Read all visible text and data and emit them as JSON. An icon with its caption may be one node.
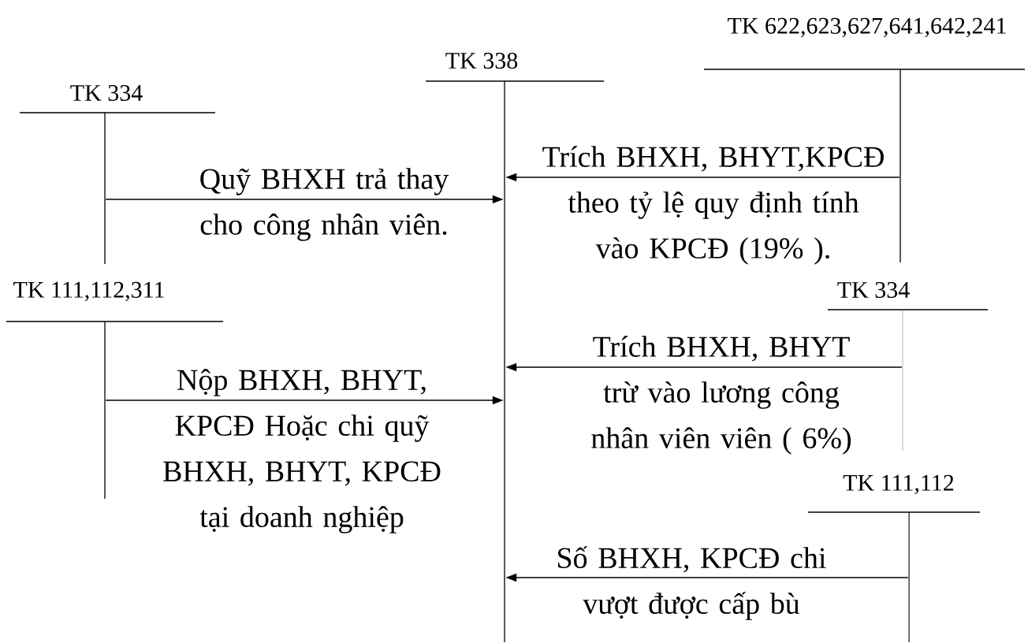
{
  "diagram": {
    "nodes": [
      {
        "text": [
          "TK 334"
        ]
      },
      {
        "text": [
          "TK 338"
        ]
      },
      {
        "text": [
          "TK 622,623,627,641,642,241"
        ]
      },
      {
        "text": [
          "TK 111,112,311"
        ]
      },
      {
        "text": [
          "TK 334"
        ]
      },
      {
        "text": [
          "TK 111,112"
        ]
      }
    ],
    "edges": [
      {
        "from": 0,
        "to": 1,
        "arrow": "to",
        "label": "Quỹ BHXH trả thay cho công nhân viên."
      },
      {
        "from": 2,
        "to": 1,
        "arrow": "to",
        "label": "Trích BHXH, BHYT,KPCĐ theo tỷ lệ quy định tính vào KPCĐ (19% )."
      },
      {
        "from": 3,
        "to": 1,
        "arrow": "to",
        "label": "Nộp  BHXH, BHYT, KPCĐ Hoặc chi quỹ BHXH, BHYT, KPCĐ tại doanh  nghiệp"
      },
      {
        "from": 4,
        "to": 1,
        "arrow": "to",
        "label": "Trích BHXH, BHYT trừ vào lương công nhân viên viên ( 6%)"
      },
      {
        "from": 5,
        "to": 1,
        "arrow": "to",
        "label": "Số BHXH, KPCĐ chi vượt được cấp bù"
      }
    ]
  }
}
